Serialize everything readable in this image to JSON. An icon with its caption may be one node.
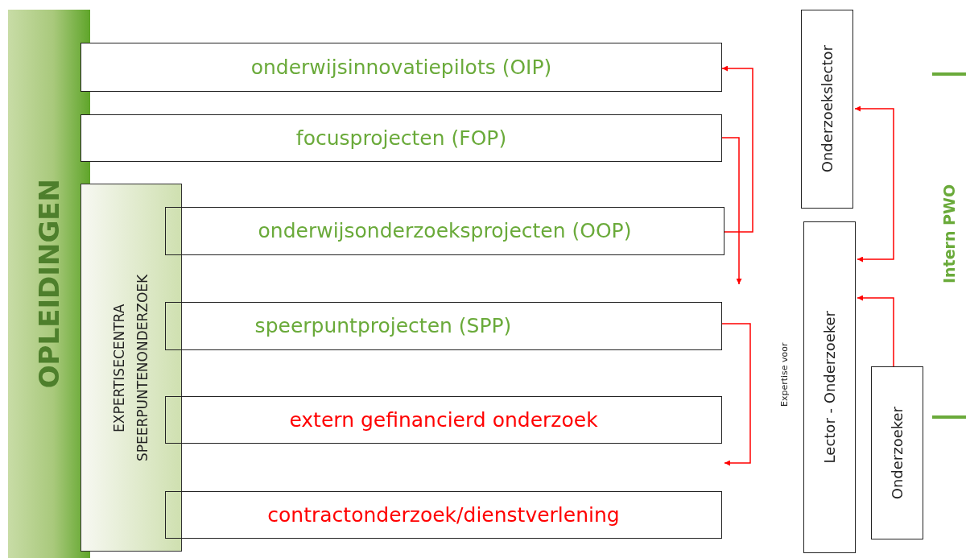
{
  "diagram": {
    "nodes": [
      {
        "text": [
          "OPLEIDINGEN"
        ]
      },
      {
        "text": [
          "EXPERTISECENTRA SPEERPUNTENONDERZOEK"
        ]
      },
      {
        "text": [
          "onderwijsinnovatiepilots (OIP)"
        ]
      },
      {
        "text": [
          "focusprojecten (FOP)"
        ]
      },
      {
        "text": [
          "onderwijsonderzoeksprojecten (OOP)"
        ]
      },
      {
        "text": [
          "speerpuntprojecten (SPP)"
        ]
      },
      {
        "text": [
          "extern gefinancierd onderzoek"
        ]
      },
      {
        "text": [
          "contractonderzoek/dienstverlening"
        ]
      },
      {
        "text": [
          "Onderzoekslector"
        ]
      },
      {
        "text": [
          "Lector - Onderzoeker"
        ]
      },
      {
        "text": [
          "Onderzoeker"
        ]
      }
    ],
    "edges": [
      {
        "from": 4,
        "to": 2,
        "arrow": "to"
      },
      {
        "from": 3,
        "to": 5,
        "arrow": "to"
      },
      {
        "from": 5,
        "to": 6,
        "arrow": "to"
      },
      {
        "from": 8,
        "to": 9,
        "arrow": "both"
      },
      {
        "from": 10,
        "to": 9,
        "arrow": "to"
      }
    ],
    "labels": [
      "Expertise voor",
      "Intern PWO"
    ]
  }
}
